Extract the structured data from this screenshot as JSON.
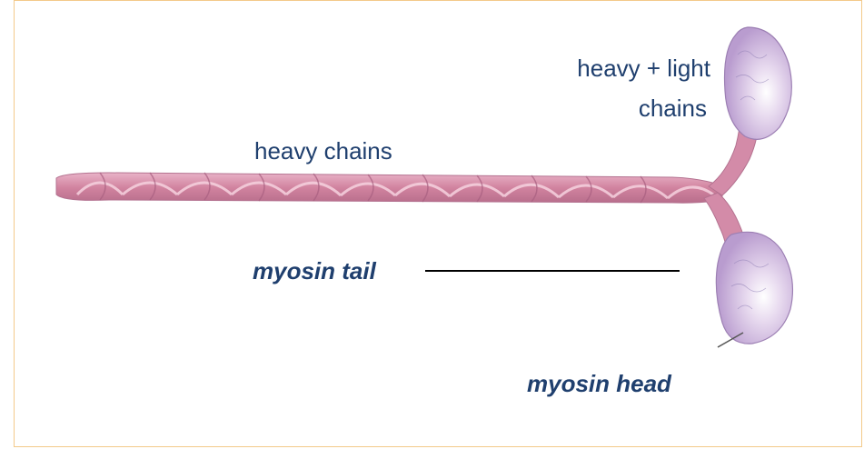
{
  "labels": {
    "heavy_light_line1": "heavy  + light",
    "heavy_light_line2": "chains",
    "heavy_chains": "heavy chains",
    "myosin_tail": "myosin tail",
    "myosin_head": "myosin head"
  },
  "colors": {
    "text": "#1f3f6e",
    "frame": "#f3c98a",
    "strand_fill": "#d99ab6",
    "strand_dark": "#b8708f",
    "head_fill": "#dcc5e6"
  }
}
